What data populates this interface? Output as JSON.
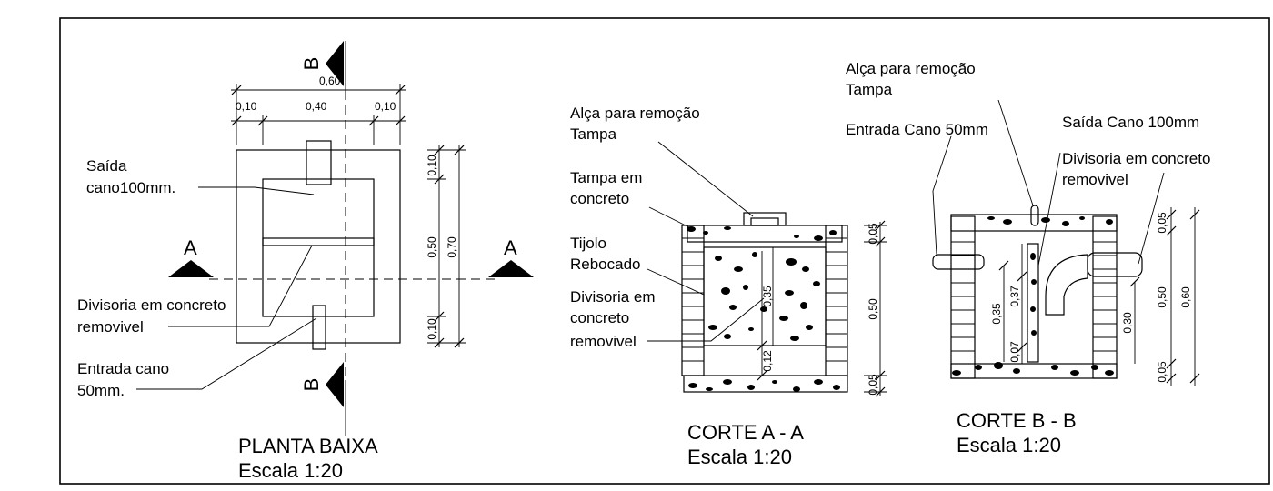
{
  "planta": {
    "title": "PLANTA BAIXA",
    "scale": "Escala 1:20",
    "section_a": "A",
    "section_b": "B",
    "dim_total_width": "0,60",
    "dim_wall_left": "0,10",
    "dim_inner": "0,40",
    "dim_wall_right": "0,10",
    "dim_top": "0,10",
    "dim_middle": "0,50",
    "dim_bottom": "0,10",
    "dim_total_height": "0,70",
    "label_saida_1": "Saída",
    "label_saida_2": "cano100mm.",
    "label_divisoria_1": "Divisoria em concreto",
    "label_divisoria_2": "removivel",
    "label_entrada_1": "Entrada cano",
    "label_entrada_2": "50mm."
  },
  "corte_a": {
    "title": "CORTE  A - A",
    "scale": "Escala 1:20",
    "label_alca_1": "Alça para remoção",
    "label_alca_2": "Tampa",
    "label_tampa_1": "Tampa em",
    "label_tampa_2": "concreto",
    "label_tijolo_1": "Tijolo",
    "label_tijolo_2": "Rebocado",
    "label_divisoria_1": "Divisoria em",
    "label_divisoria_2": "concreto",
    "label_divisoria_3": "removivel",
    "dim_inner_035": "0,35",
    "dim_inner_012": "0,12",
    "dim_top": "0,05",
    "dim_middle": "0,50",
    "dim_bottom": "0,05"
  },
  "corte_b": {
    "title": "CORTE  B - B",
    "scale": "Escala 1:20",
    "label_alca_1": "Alça para remoção",
    "label_alca_2": "Tampa",
    "label_entrada": "Entrada Cano 50mm",
    "label_saida": "Saída Cano 100mm",
    "label_divisoria_1": "Divisoria em concreto",
    "label_divisoria_2": "removivel",
    "dim_035": "0,35",
    "dim_037": "0,37",
    "dim_007": "0,07",
    "dim_030": "0,30",
    "dim_top": "0,05",
    "dim_middle": "0,50",
    "dim_bottom": "0,05",
    "dim_total": "0,60"
  }
}
